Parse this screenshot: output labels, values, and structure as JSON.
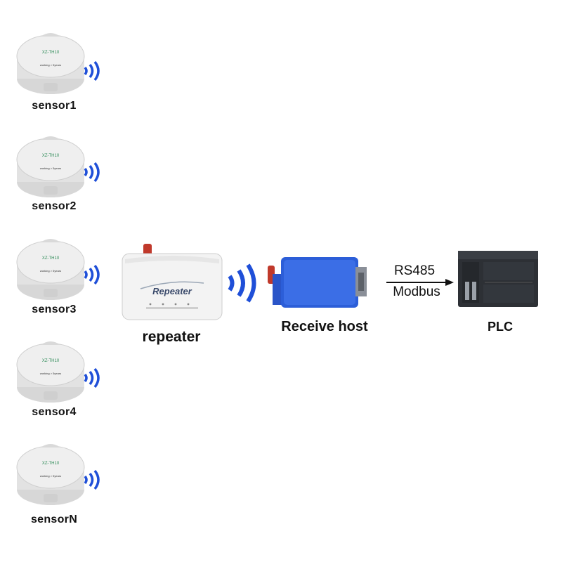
{
  "sensors": [
    {
      "label": "sensor1",
      "model": "XZ-TH10",
      "life": "working > 5years"
    },
    {
      "label": "sensor2",
      "model": "XZ-TH10",
      "life": "working > 5years"
    },
    {
      "label": "sensor3",
      "model": "XZ-TH10",
      "life": "working > 5years"
    },
    {
      "label": "sensor4",
      "model": "XZ-TH10",
      "life": "working > 5years"
    },
    {
      "label": "sensorN",
      "model": "XZ-TH10",
      "life": "working > 5years"
    }
  ],
  "repeater": {
    "label": "repeater",
    "device_text": "Repeater"
  },
  "receive_host": {
    "label": "Receive host"
  },
  "link": {
    "protocol_top": "RS485",
    "protocol_bottom": "Modbus"
  },
  "plc": {
    "label": "PLC"
  },
  "colors": {
    "signal_blue": "#1f4fd8",
    "host_blue": "#2c5ed8",
    "plc_dark": "#2d3035",
    "antenna_red": "#c0392b"
  },
  "icons": {
    "wireless": "wireless-signal-icon",
    "arrow": "arrow-right-icon"
  }
}
